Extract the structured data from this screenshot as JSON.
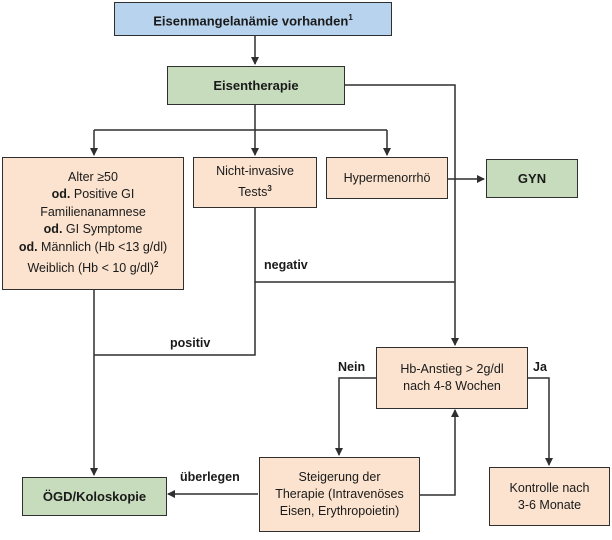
{
  "nodes": {
    "start": {
      "text": "Eisenmangelanämie vorhanden",
      "sup": "1"
    },
    "therapy": {
      "text": "Eisentherapie"
    },
    "criteria": {
      "line1": "Alter ≥50",
      "line2_prefix": "od.",
      "line2_text": " Positive GI",
      "line3": "Familienanamnese",
      "line4_prefix": "od.",
      "line4_text": " GI Symptome",
      "line5_prefix": "od.",
      "line5_text": " Männlich (Hb <13 g/dl)",
      "line6": "Weiblich (Hb < 10 g/dl)",
      "line6_sup": "2"
    },
    "noninvasive": {
      "line1": "Nicht-invasive",
      "line2": "Tests",
      "sup": "3"
    },
    "hypermenorrhoe": {
      "text": "Hypermenorrhö"
    },
    "gyn": {
      "text": "GYN"
    },
    "hb": {
      "line1": "Hb-Anstieg > 2g/dl",
      "line2": "nach 4-8 Wochen"
    },
    "oegd": {
      "text": "ÖGD/Koloskopie"
    },
    "steigerung": {
      "line1": "Steigerung der",
      "line2": "Therapie (Intravenöses",
      "line3": "Eisen, Erythropoietin)"
    },
    "kontrolle": {
      "line1": "Kontrolle nach",
      "line2": "3-6 Monate"
    }
  },
  "edge_labels": {
    "negativ": "negativ",
    "positiv": "positiv",
    "nein": "Nein",
    "ja": "Ja",
    "ueberlegen": "überlegen"
  },
  "colors": {
    "start_fill": "#b7d3ee",
    "green_fill": "#c6dcbc",
    "peach_fill": "#fbe3cf",
    "line": "#2f2f2f"
  }
}
